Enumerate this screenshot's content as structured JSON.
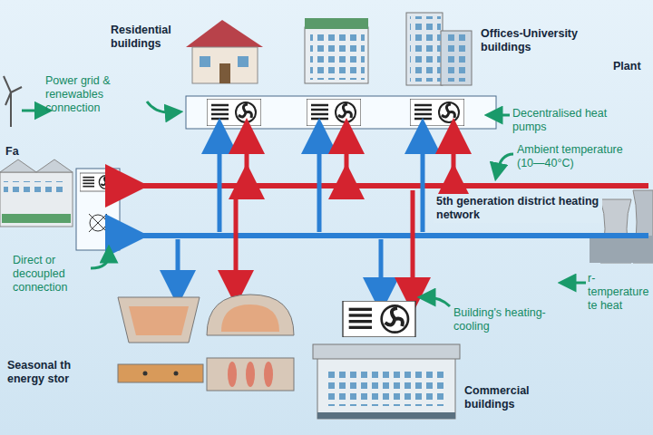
{
  "diagram": {
    "labels": [
      "Residential buildings",
      "Offices-University buildings",
      "Power grid & renewables connection",
      "Decentralised heat pumps",
      "Ambient temperature (10—40°C)",
      "5th generation district heating network",
      "Plant",
      "Fa",
      "Direct or decoupled connection",
      "r-temperature te heat",
      "Building's heating-cooling",
      "Seasonal th energy stor",
      "Commercial buildings"
    ]
  }
}
